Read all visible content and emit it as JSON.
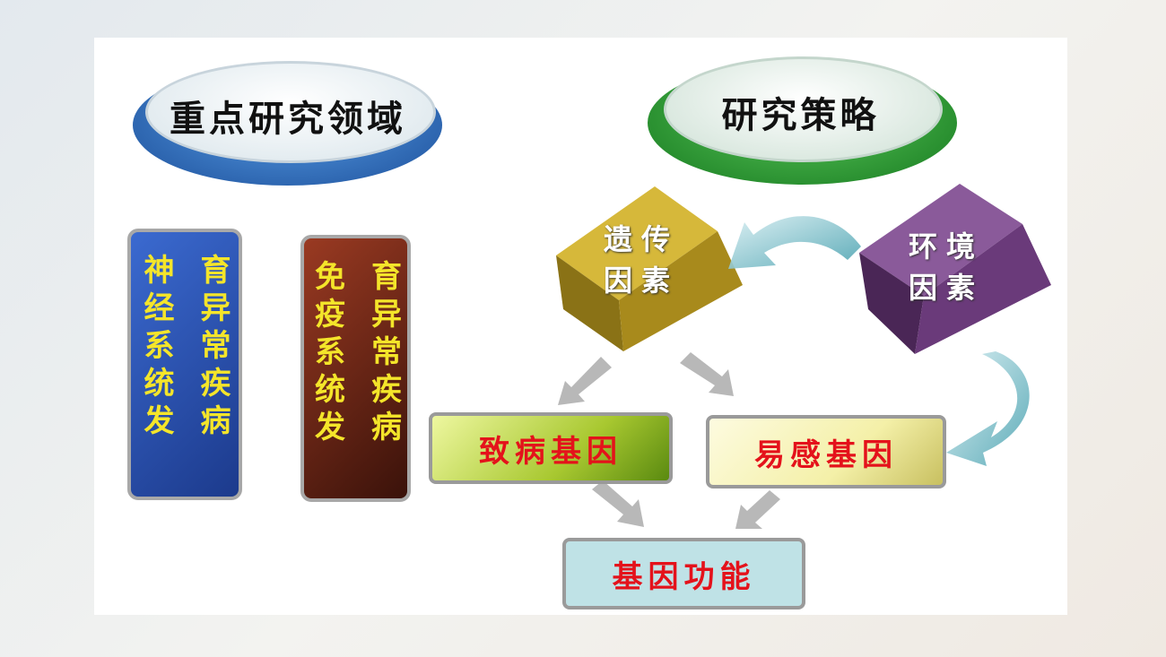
{
  "left_section": {
    "title": "重点研究领域",
    "boxes": [
      {
        "col1": "神经系统发",
        "col2": "育异常疾病"
      },
      {
        "col1": "免疫系统发",
        "col2": "育异常疾病"
      }
    ]
  },
  "right_section": {
    "title": "研究策略",
    "factors": [
      {
        "line1": "遗传",
        "line2": "因素"
      },
      {
        "line1": "环境",
        "line2": "因素"
      }
    ],
    "genes": {
      "pathogenic": "致病基因",
      "susceptibility": "易感基因",
      "function": "基因功能"
    }
  },
  "colors": {
    "blue_oval": "#2f6fc0",
    "green_oval": "#2e9a34",
    "blue_box": "#2850a8",
    "brown_box": "#7a2a18",
    "gold_cube": "#b89a22",
    "purple_cube": "#6e3c7e",
    "gene_text": "#e4121b"
  }
}
